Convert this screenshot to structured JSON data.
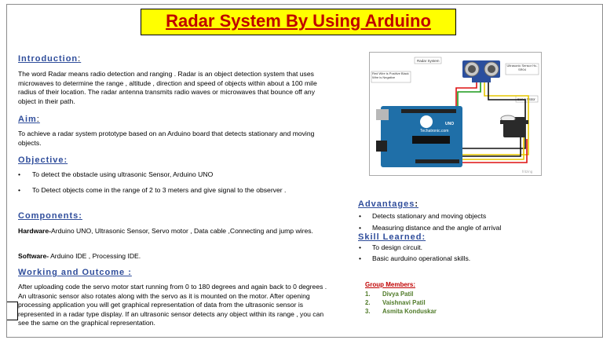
{
  "title": "Radar System By Using Arduino",
  "introduction": {
    "heading": "Introduction",
    "text": "The word Radar means radio detection and ranging . Radar is an object detection system that uses microwaves to determine the range , altitude , direction and speed of objects within about a 100 mile radius of their location. The radar antenna transmits radio waves or microwaves that bounce off any object in their path."
  },
  "aim": {
    "heading": "Aim",
    "text": "To achieve a radar system prototype based on an Arduino board that detects stationary and moving objects."
  },
  "objective": {
    "heading": "Objective:",
    "items": [
      "To detect the obstacle using  ultrasonic Sensor, Arduino UNO",
      "To Detect  objects come in the range of 2 to 3 meters and give signal to the observer ."
    ]
  },
  "components": {
    "heading": "Components:",
    "hardware_label": "Hardware-",
    "hardware_text": "Arduino UNO, Ultrasonic Sensor, Servo motor , Data cable ,Connecting and jump wires.",
    "software_label": "Software-",
    "software_text": " Arduino IDE , Processing IDE."
  },
  "working": {
    "heading": "Working and Outcome :",
    "text": "After uploading code the servo motor start running from 0 to 180 degrees and again back to 0 degrees . An ultrasonic sensor also rotates along with the servo as it is mounted on the motor. After opening processing application you will get graphical representation of data from the ultrasonic sensor is represented in a  radar type display. If an ultrasonic sensor detects any object within its range , you  can see the same on the graphical representation."
  },
  "diagram": {
    "label_radar": "Radar System",
    "label_wires": "Red Wire is Positive Black Wire is Negative",
    "label_sensor": "Ultrasonic Sensor Hc-SR04",
    "label_servo": "Servo Motor",
    "label_board": "Techatronic.com",
    "label_uno": "UNO",
    "label_fritzing": "fritzing"
  },
  "advantages": {
    "heading": "Advantages",
    "items": [
      "Detects stationary and moving objects",
      "Measuring distance and the angle of arrival"
    ]
  },
  "skills": {
    "heading": "Skill Learned:",
    "items": [
      "To design circuit.",
      "Basic aurduino operational skills."
    ]
  },
  "group": {
    "heading": "Group Members:",
    "members": [
      {
        "num": "1.",
        "name": "Divya Patil"
      },
      {
        "num": "2.",
        "name": "Vaishnavi Patil"
      },
      {
        "num": "3.",
        "name": "Asmita Konduskar"
      }
    ]
  },
  "colors": {
    "title": "#c00000",
    "title_bg": "#ffff00",
    "heading": "#2f4d9b",
    "group_heading": "#c00000",
    "group_names": "#4f7a28"
  }
}
